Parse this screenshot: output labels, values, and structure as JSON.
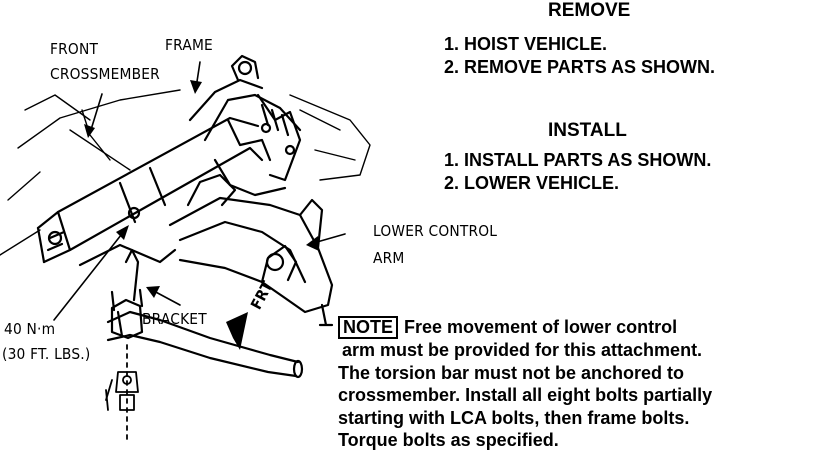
{
  "remove": {
    "heading": "REMOVE",
    "steps": [
      "1. HOIST VEHICLE.",
      "2. REMOVE PARTS AS SHOWN."
    ]
  },
  "install": {
    "heading": "INSTALL",
    "steps": [
      "1. INSTALL PARTS AS SHOWN.",
      "2. LOWER VEHICLE."
    ]
  },
  "labels": {
    "front": "FRONT",
    "crossmember": "CROSSMEMBER",
    "frame": "FRAME",
    "lca_line1": "LOWER CONTROL",
    "lca_line2": "ARM",
    "bracket": "BRACKET",
    "frt": "FRT",
    "torque_metric": "40 N·m",
    "torque_imperial": "(30 FT. LBS.)"
  },
  "note": {
    "tag": "NOTE",
    "lines": [
      "Free movement of lower control",
      "arm must be provided for this attachment.",
      "The torsion bar must not be anchored to",
      "crossmember. Install all eight bolts partially",
      "starting with LCA bolts, then frame bolts.",
      "Torque bolts as specified."
    ]
  }
}
